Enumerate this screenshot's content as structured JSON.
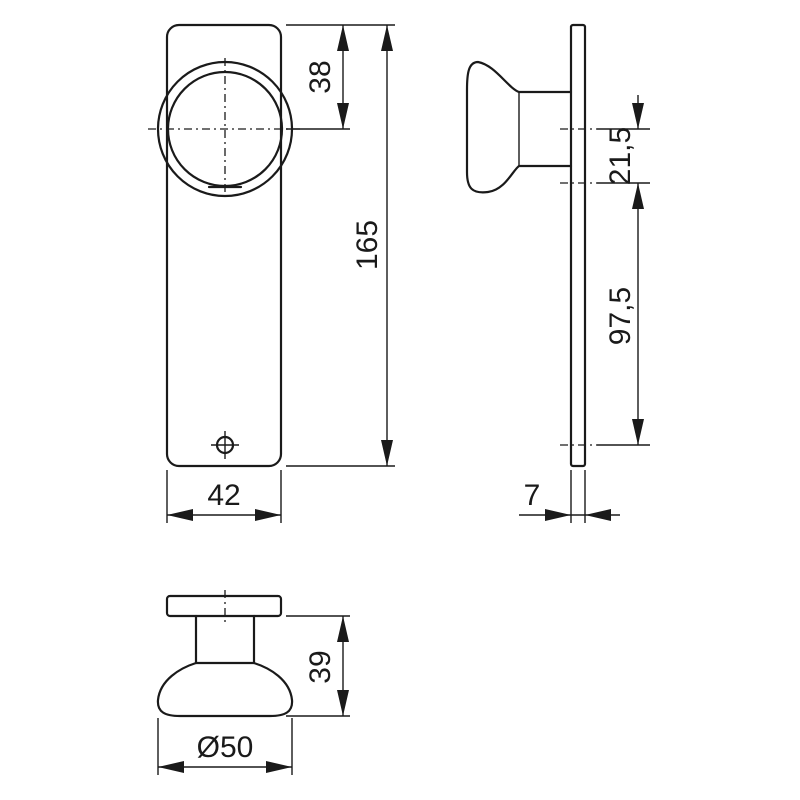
{
  "dimensions": {
    "plate_width": "42",
    "plate_height": "165",
    "knob_center_from_top": "38",
    "side_upper": "21,5",
    "side_lower": "97,5",
    "plate_thickness": "7",
    "knob_projection": "39",
    "knob_diameter": "Ø50"
  }
}
